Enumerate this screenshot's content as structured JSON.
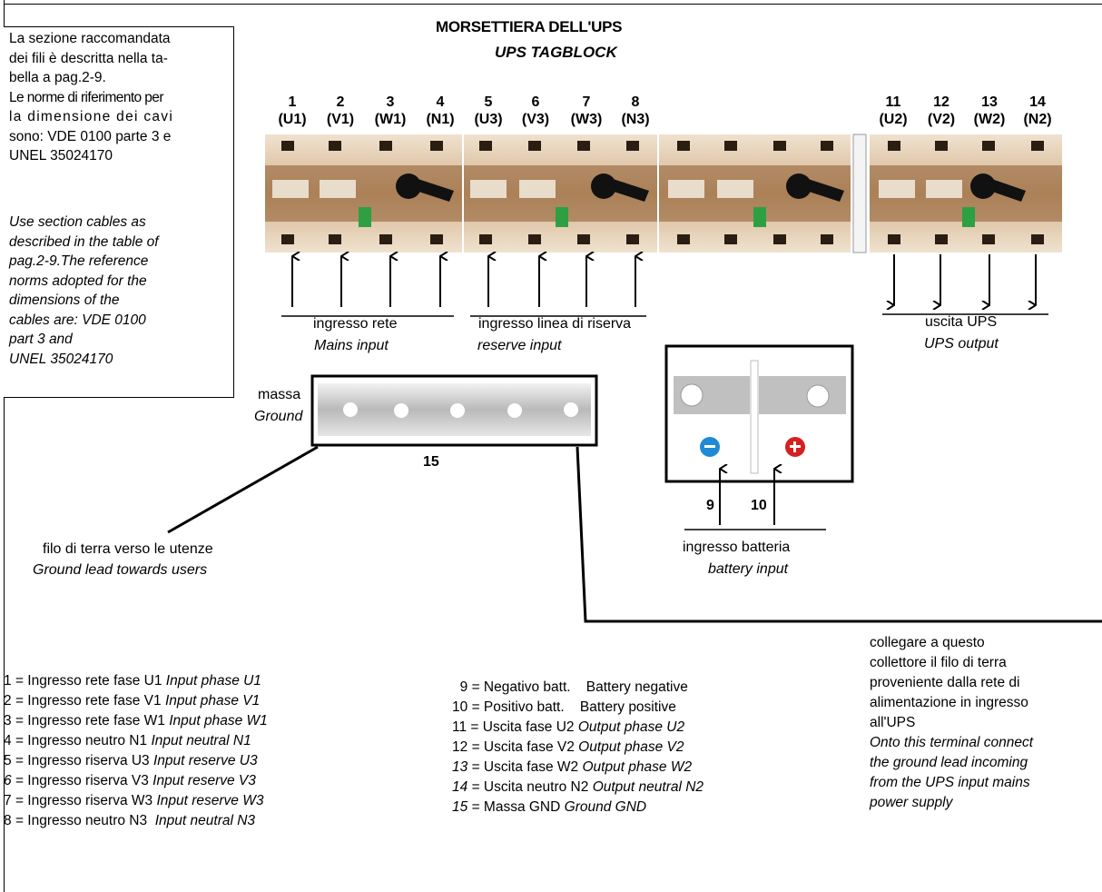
{
  "title": {
    "it": "MORSETTIERA DELL'UPS",
    "en": "UPS TAGBLOCK"
  },
  "note": {
    "it": [
      "La sezione raccomandata",
      "dei fili è descritta nella ta-",
      "bella a pag.2-9.",
      "Le norme di riferimento per",
      "la dimensione dei cavi",
      "sono: VDE 0100 parte 3 e",
      "UNEL 35024170"
    ],
    "en": [
      "Use section cables as",
      "described in the table of",
      "pag.2-9.The reference",
      "norms adopted for the",
      "dimensions of the",
      "cables are: VDE 0100",
      "part 3 and",
      "UNEL 35024170"
    ]
  },
  "terminals": [
    {
      "num": "1",
      "code": "(U1)"
    },
    {
      "num": "2",
      "code": "(V1)"
    },
    {
      "num": "3",
      "code": "(W1)"
    },
    {
      "num": "4",
      "code": "(N1)"
    },
    {
      "num": "5",
      "code": "(U3)"
    },
    {
      "num": "6",
      "code": "(V3)"
    },
    {
      "num": "7",
      "code": "(W3)"
    },
    {
      "num": "8",
      "code": "(N3)"
    },
    {
      "num": "11",
      "code": "(U2)"
    },
    {
      "num": "12",
      "code": "(V2)"
    },
    {
      "num": "13",
      "code": "(W2)"
    },
    {
      "num": "14",
      "code": "(N2)"
    }
  ],
  "groups": {
    "mains": {
      "it": "ingresso rete",
      "en": "Mains input"
    },
    "reserve": {
      "it": "ingresso linea di riserva",
      "en": "reserve input"
    },
    "output": {
      "it": "uscita UPS",
      "en": "UPS output"
    },
    "battery": {
      "it": "ingresso batteria",
      "en": "battery input",
      "neg": "9",
      "pos": "10"
    }
  },
  "ground": {
    "it": "massa",
    "en": "Ground",
    "num": "15",
    "lead_it": "filo di terra verso le utenze",
    "lead_en": "Ground lead towards users"
  },
  "connect_note": {
    "it": [
      "collegare a questo",
      "collettore il filo di terra",
      "proveniente dalla rete di",
      "alimentazione in ingresso",
      "all'UPS"
    ],
    "en": [
      "Onto this terminal connect",
      "the ground lead incoming",
      "from the UPS input mains",
      "power supply"
    ]
  },
  "legend_left": [
    {
      "num": "1",
      "it": "= Ingresso rete fase U1",
      "en": "Input phase U1"
    },
    {
      "num": "2",
      "it": "= Ingresso rete fase V1",
      "en": "Input phase V1"
    },
    {
      "num": "3",
      "it": "= Ingresso rete fase W1",
      "en": "Input phase W1"
    },
    {
      "num": "4",
      "it": "= Ingresso neutro  N1",
      "en": "Input neutral N1"
    },
    {
      "num": "5",
      "it": "= Ingresso riserva U3",
      "en": "Input reserve U3"
    },
    {
      "num": "6",
      "it": "= Ingresso riserva V3",
      "en": "Input reserve V3"
    },
    {
      "num": "7",
      "it": "= Ingresso riserva W3",
      "en": "Input reserve W3"
    },
    {
      "num": "8",
      "it": "= Ingresso neutro N3",
      "en": "Input neutral N3"
    }
  ],
  "legend_right": [
    {
      "num": "9",
      "it": "= Negativo batt.",
      "en": "Battery negative",
      "en_italic": false
    },
    {
      "num": "10",
      "it": "= Positivo batt.",
      "en": "Battery positive",
      "en_italic": false
    },
    {
      "num": "11",
      "it": "= Uscita fase U2",
      "en": "Output phase U2",
      "en_italic": true
    },
    {
      "num": "12",
      "it": "= Uscita fase V2",
      "en": "Output phase V2",
      "en_italic": true
    },
    {
      "num": "13",
      "it": "= Uscita fase W2",
      "en": "Output phase W2",
      "en_italic": true
    },
    {
      "num": "14",
      "it": "= Uscita neutro N2",
      "en": "Output neutral N2",
      "en_italic": true
    },
    {
      "num": "15",
      "it": "= Massa GND",
      "en": "Ground GND",
      "en_italic": true
    }
  ],
  "colors": {
    "terminal_beige": "#d8b48a",
    "terminal_dark": "#3a2a1a",
    "green_lever": "#2ea043",
    "ground_bar": "#c8c8c8",
    "battery_neg": "#1e8ad6",
    "battery_pos": "#d62020"
  }
}
